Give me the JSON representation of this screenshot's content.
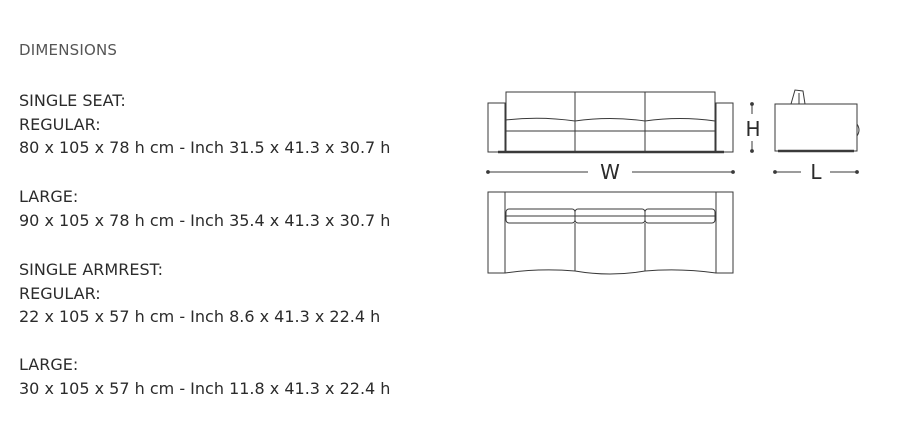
{
  "heading": "DIMENSIONS",
  "blocks": [
    {
      "title": "SINGLE SEAT:",
      "subtitle": "REGULAR:",
      "value": "80 x 105 x 78 h cm - Inch 31.5 x 41.3 x 30.7 h"
    },
    {
      "title": "LARGE:",
      "value": "90 x 105 x 78 h cm - Inch 35.4 x 41.3 x 30.7 h"
    },
    {
      "title": "SINGLE ARMREST:",
      "subtitle": "REGULAR:",
      "value": "22 x 105 x 57 h cm - Inch 8.6 x 41.3 x 22.4 h"
    },
    {
      "title": "LARGE:",
      "value": "30 x 105 x 57 h cm - Inch 11.8 x 41.3 x 22.4 h"
    }
  ],
  "diagram": {
    "width_label": "W",
    "height_label": "H",
    "length_label": "L"
  }
}
